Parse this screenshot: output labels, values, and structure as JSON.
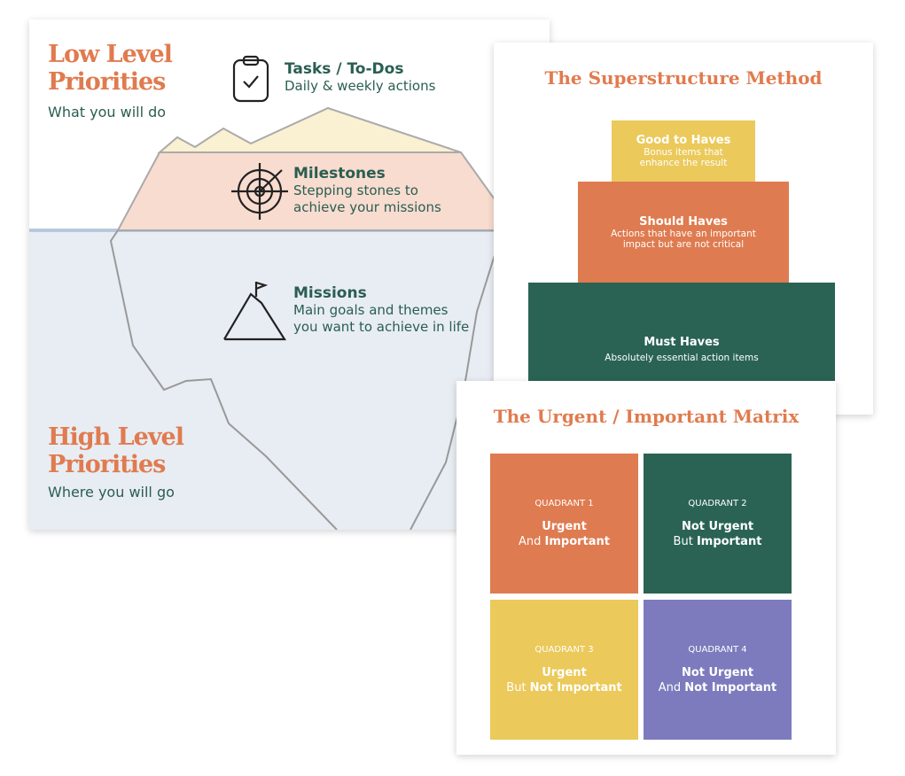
{
  "iceberg": {
    "low_title": [
      "Low Level",
      "Priorities"
    ],
    "low_sub": "What you will do",
    "high_title": [
      "High Level",
      "Priorities"
    ],
    "high_sub": "Where you will go",
    "tasks": {
      "title": "Tasks / To-Dos",
      "desc": "Daily & weekly actions",
      "icon": "clipboard-check-icon"
    },
    "milestones": {
      "title": "Milestones",
      "desc": [
        "Stepping stones to",
        "achieve your missions"
      ],
      "icon": "target-arrow-icon"
    },
    "missions": {
      "title": "Missions",
      "desc": [
        "Main goals and themes",
        "you want to achieve in life"
      ],
      "icon": "mountain-flag-icon"
    },
    "colors": {
      "orange": "#e07b4f",
      "green": "#2a5e52",
      "water": "#e8edf3",
      "tip": "#faf0d2",
      "band": "#f8dccf"
    }
  },
  "superstructure": {
    "title": "The Superstructure Method",
    "levels": [
      {
        "title": "Good to Haves",
        "desc": [
          "Bonus items that",
          "enhance the result"
        ],
        "color": "#ebc95a"
      },
      {
        "title": "Should Haves",
        "desc": [
          "Actions that have an important",
          "impact but are not critical"
        ],
        "color": "#df7b50"
      },
      {
        "title": "Must Haves",
        "desc": [
          "Absolutely essential action items"
        ],
        "color": "#2a6354"
      }
    ]
  },
  "matrix": {
    "title": "The Urgent / Important Matrix",
    "quadrants": [
      {
        "label": "QUADRANT 1",
        "l1": "Urgent",
        "l2a": "And ",
        "l2b": "Important",
        "color": "#df7b50"
      },
      {
        "label": "QUADRANT 2",
        "l1": "Not Urgent",
        "l2a": "But ",
        "l2b": "Important",
        "color": "#2a6354"
      },
      {
        "label": "QUADRANT 3",
        "l1": "Urgent",
        "l2a": "But ",
        "l2b": "Not Important",
        "color": "#ebc95a"
      },
      {
        "label": "QUADRANT 4",
        "l1": "Not Urgent",
        "l2a": "And ",
        "l2b": "Not Important",
        "color": "#7d7bbd"
      }
    ]
  }
}
